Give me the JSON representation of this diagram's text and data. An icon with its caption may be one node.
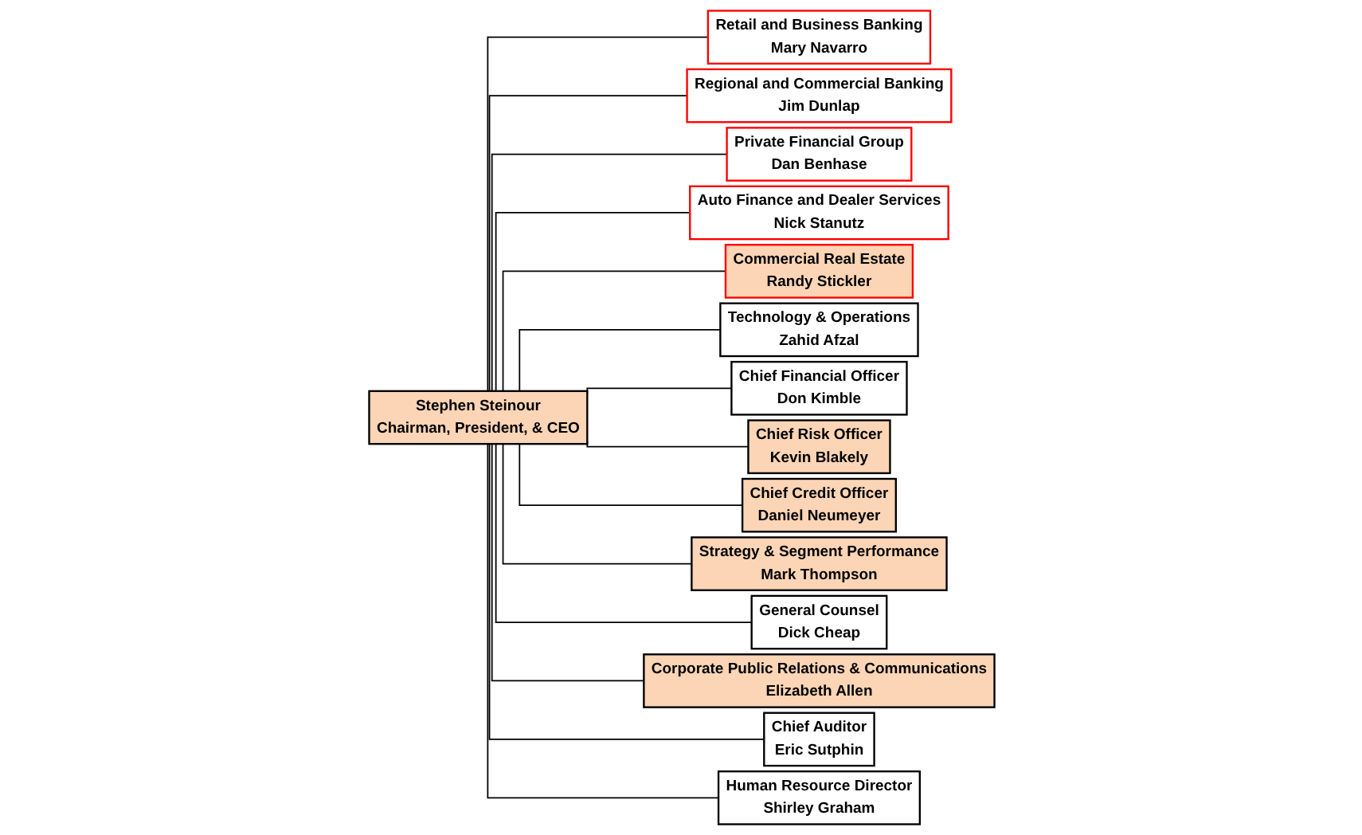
{
  "diagram": {
    "nodes": [
      {
        "text": [
          "Stephen Steinour",
          "Chairman, President, & CEO"
        ]
      },
      {
        "text": [
          "Retail and Business Banking",
          "Mary Navarro"
        ]
      },
      {
        "text": [
          "Regional and Commercial Banking",
          "Jim Dunlap"
        ]
      },
      {
        "text": [
          "Private Financial Group",
          "Dan Benhase"
        ]
      },
      {
        "text": [
          "Auto Finance and Dealer Services",
          "Nick Stanutz"
        ]
      },
      {
        "text": [
          "Commercial Real Estate",
          "Randy Stickler"
        ]
      },
      {
        "text": [
          "Technology & Operations",
          "Zahid Afzal"
        ]
      },
      {
        "text": [
          "Chief Financial Officer",
          "Don Kimble"
        ]
      },
      {
        "text": [
          "Chief Risk Officer",
          "Kevin Blakely"
        ]
      },
      {
        "text": [
          "Chief Credit Officer",
          "Daniel Neumeyer"
        ]
      },
      {
        "text": [
          "Strategy & Segment Performance",
          "Mark Thompson"
        ]
      },
      {
        "text": [
          "General Counsel",
          "Dick Cheap"
        ]
      },
      {
        "text": [
          "Corporate Public Relations & Communications",
          "Elizabeth Allen"
        ]
      },
      {
        "text": [
          "Chief Auditor",
          "Eric Sutphin"
        ]
      },
      {
        "text": [
          "Human Resource Director",
          "Shirley Graham"
        ]
      }
    ],
    "edges": [
      {
        "from": 0,
        "to": 1,
        "arrow": "none"
      },
      {
        "from": 0,
        "to": 2,
        "arrow": "none"
      },
      {
        "from": 0,
        "to": 3,
        "arrow": "none"
      },
      {
        "from": 0,
        "to": 4,
        "arrow": "none"
      },
      {
        "from": 0,
        "to": 5,
        "arrow": "none"
      },
      {
        "from": 0,
        "to": 6,
        "arrow": "none"
      },
      {
        "from": 0,
        "to": 7,
        "arrow": "none"
      },
      {
        "from": 0,
        "to": 8,
        "arrow": "none"
      },
      {
        "from": 0,
        "to": 9,
        "arrow": "none"
      },
      {
        "from": 0,
        "to": 10,
        "arrow": "none"
      },
      {
        "from": 0,
        "to": 11,
        "arrow": "none"
      },
      {
        "from": 0,
        "to": 12,
        "arrow": "none"
      },
      {
        "from": 0,
        "to": 13,
        "arrow": "none"
      },
      {
        "from": 0,
        "to": 14,
        "arrow": "none"
      }
    ]
  }
}
